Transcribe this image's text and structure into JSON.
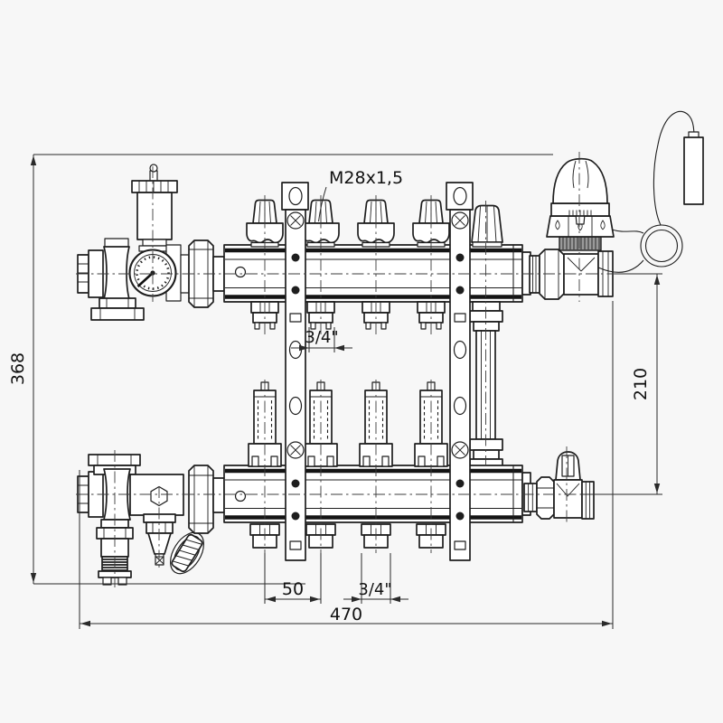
{
  "drawing": {
    "type": "technical-dimension-drawing",
    "subject": "heating-manifold-assembly",
    "colors": {
      "background": "#f7f7f7",
      "line": "#1e1e1e",
      "dimension": "#2a2a2a"
    },
    "labels": {
      "thread": "M28x1,5",
      "overall_height": "368",
      "overall_width": "470",
      "valve_offset": "210",
      "outlet_spacing": "50",
      "outlet_size_top": "3/4\"",
      "outlet_size_bottom": "3/4\""
    }
  }
}
